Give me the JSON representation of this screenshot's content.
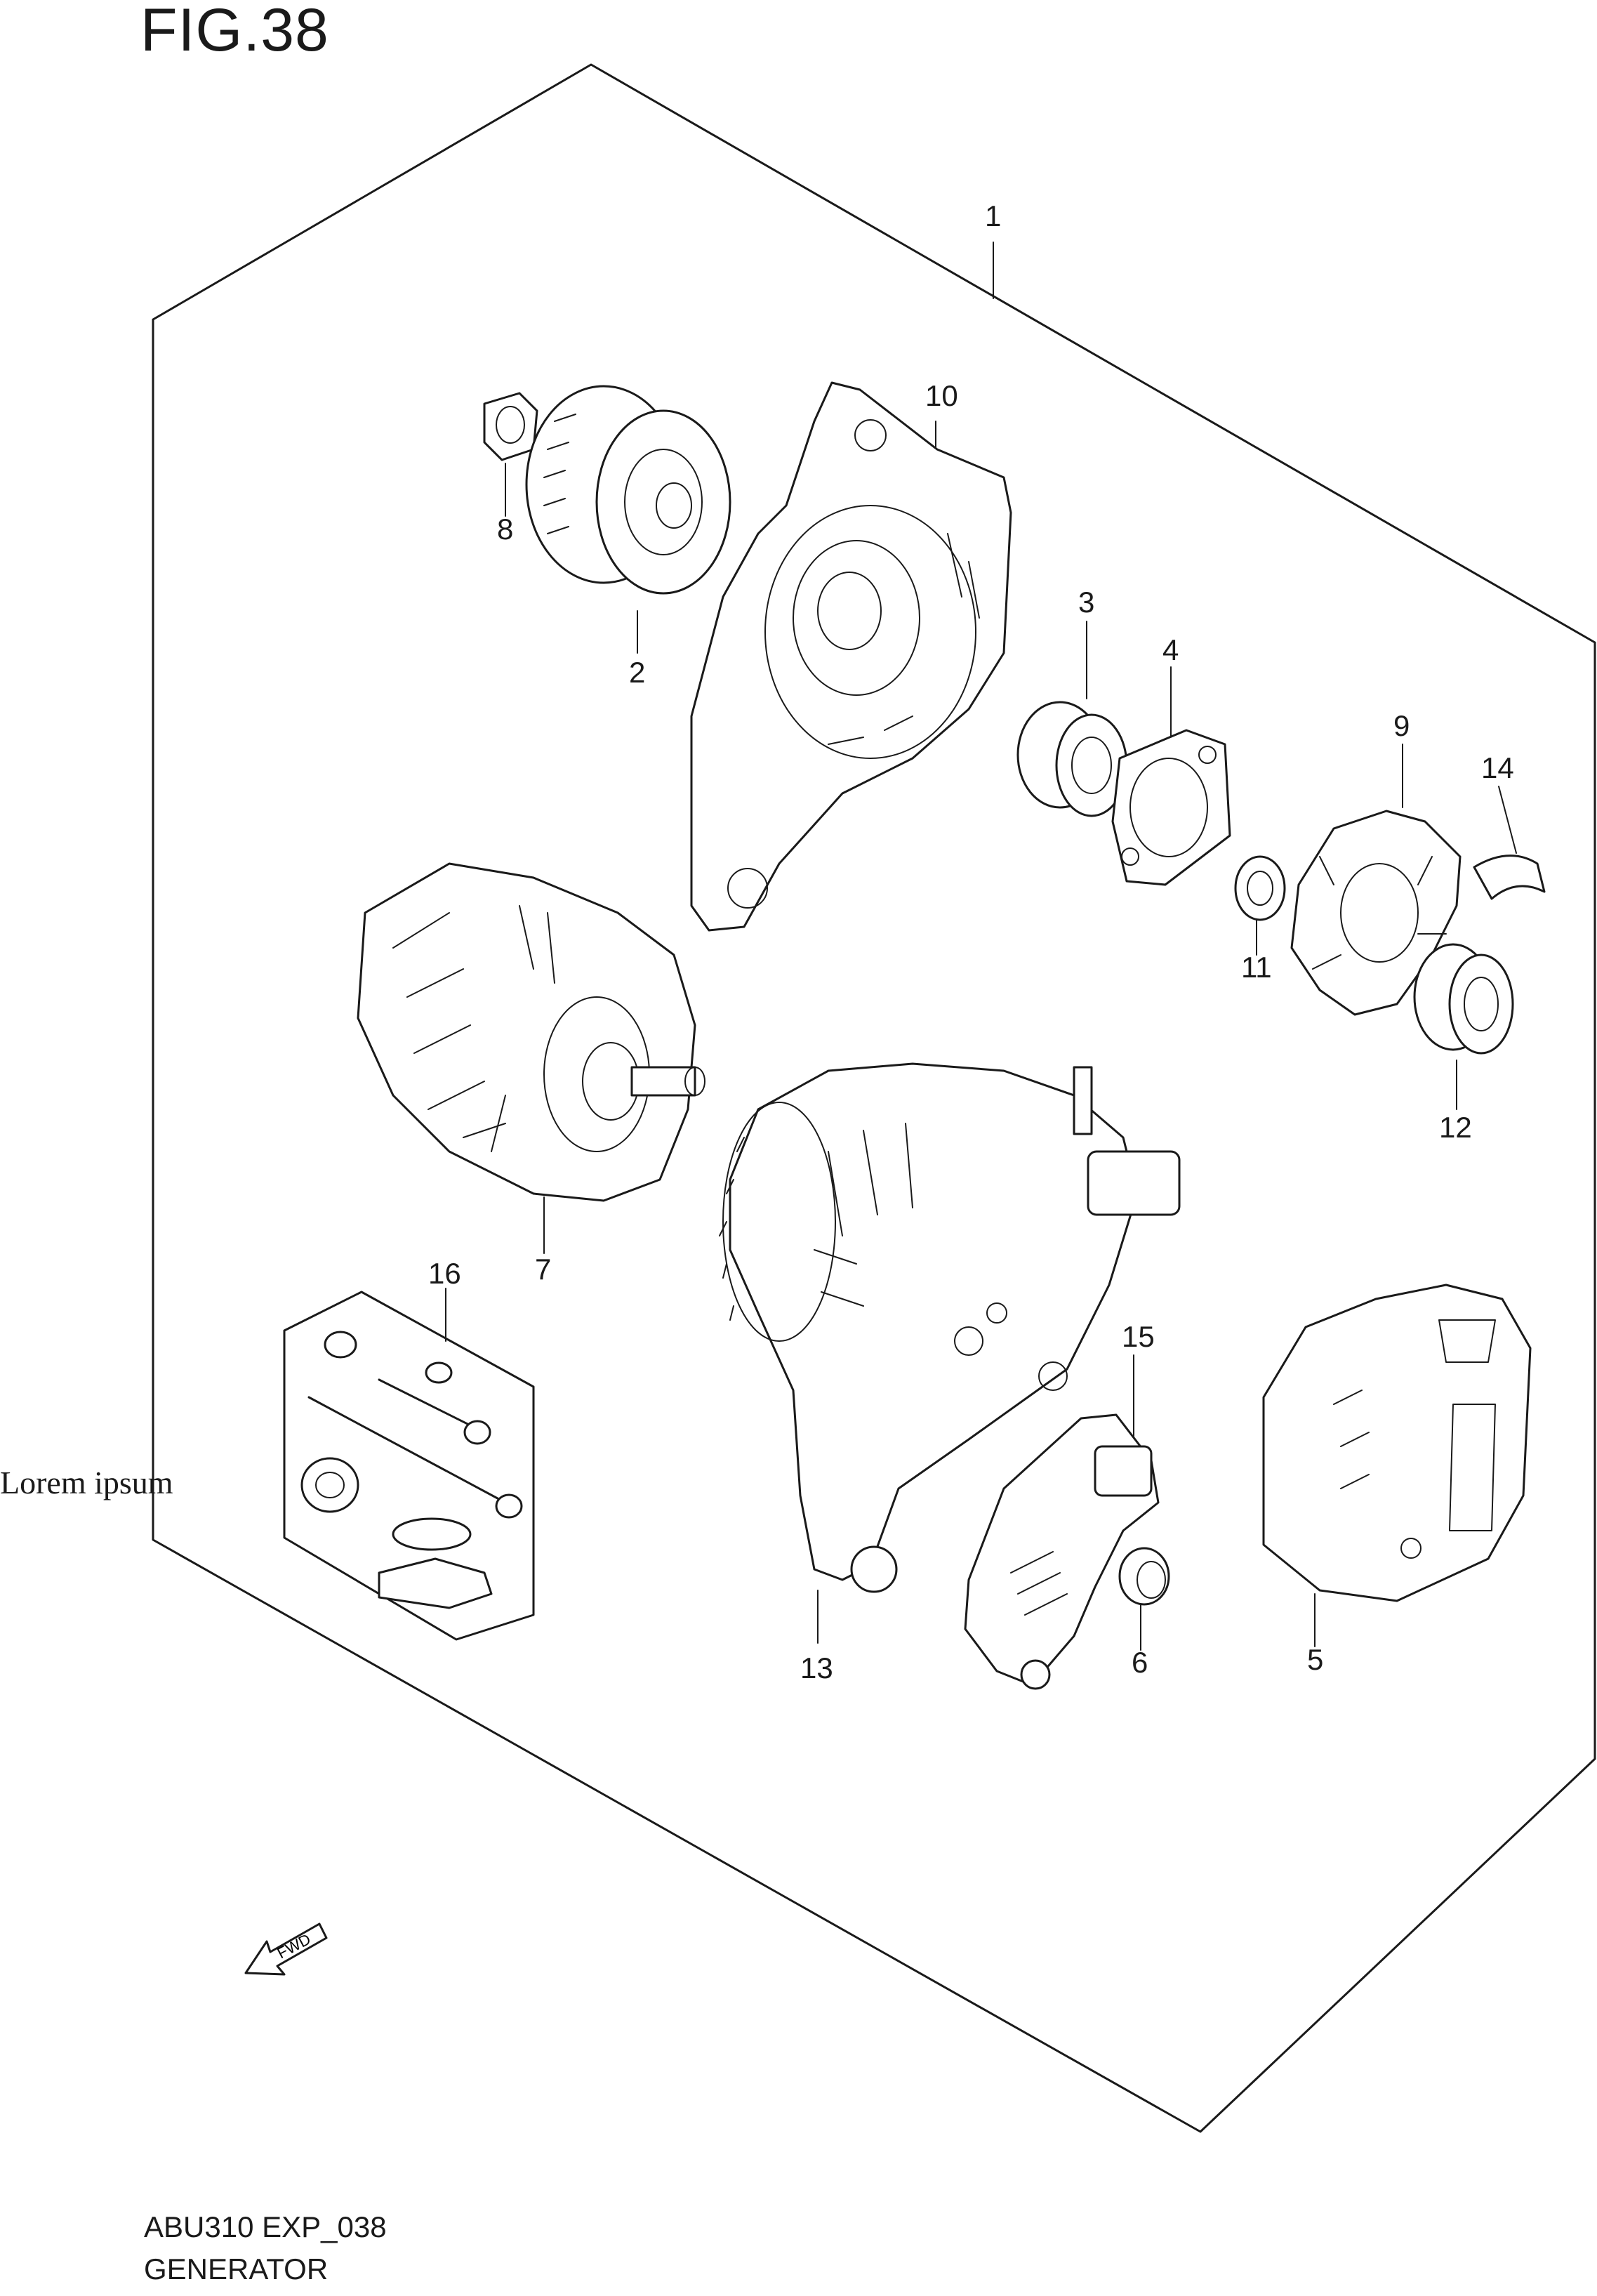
{
  "figure": {
    "title": "FIG.38",
    "side_note": "Lorem ipsum",
    "fwd_label": "FWD",
    "footer_code": "ABU310 EXP_038",
    "footer_name": "GENERATOR"
  },
  "callouts": {
    "c1": "1",
    "c2": "2",
    "c3": "3",
    "c4": "4",
    "c5": "5",
    "c6": "6",
    "c7": "7",
    "c8": "8",
    "c9": "9",
    "c10": "10",
    "c11": "11",
    "c12": "12",
    "c13": "13",
    "c14": "14",
    "c15": "15",
    "c16": "16"
  }
}
